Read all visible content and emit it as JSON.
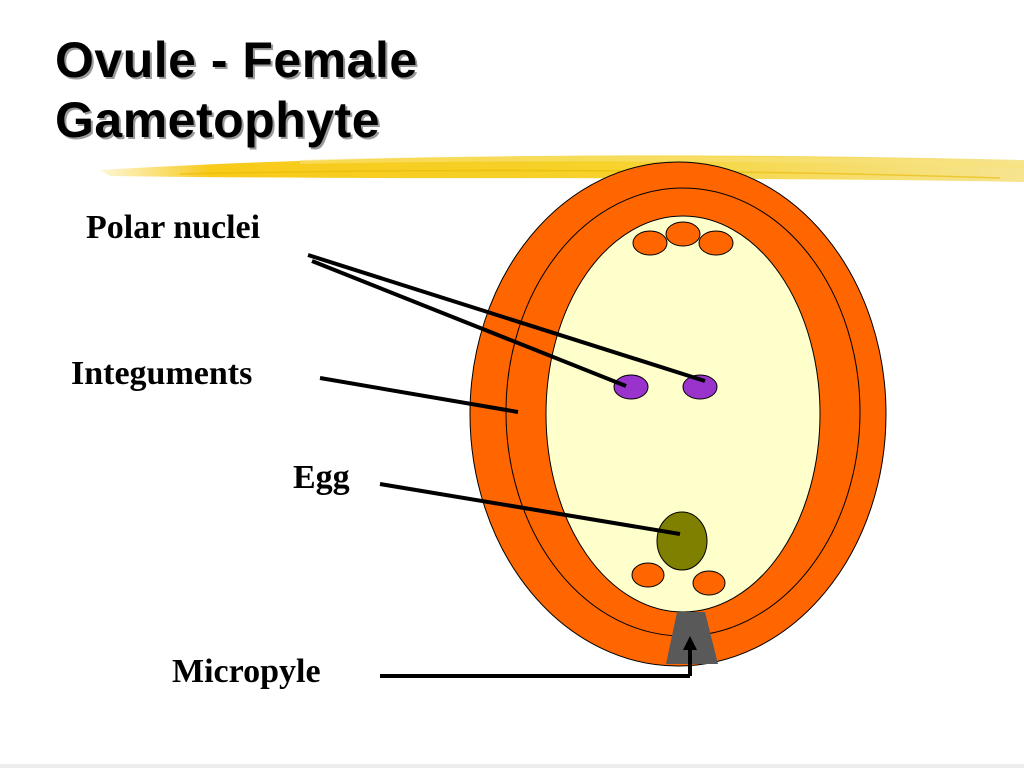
{
  "slide": {
    "title_line1": "Ovule - Female",
    "title_line2": "Gametophyte"
  },
  "labels": {
    "polar_nuclei": "Polar nuclei",
    "integuments": "Integuments",
    "egg": "Egg",
    "micropyle": "Micropyle"
  },
  "colors": {
    "integument": "#ff6600",
    "embryo_sac": "#ffffcc",
    "antipodal_cells": "#ff6600",
    "polar_nuclei": "#9933cc",
    "egg": "#808000",
    "micropyle": "#595959",
    "highlight": "#f5c800"
  }
}
